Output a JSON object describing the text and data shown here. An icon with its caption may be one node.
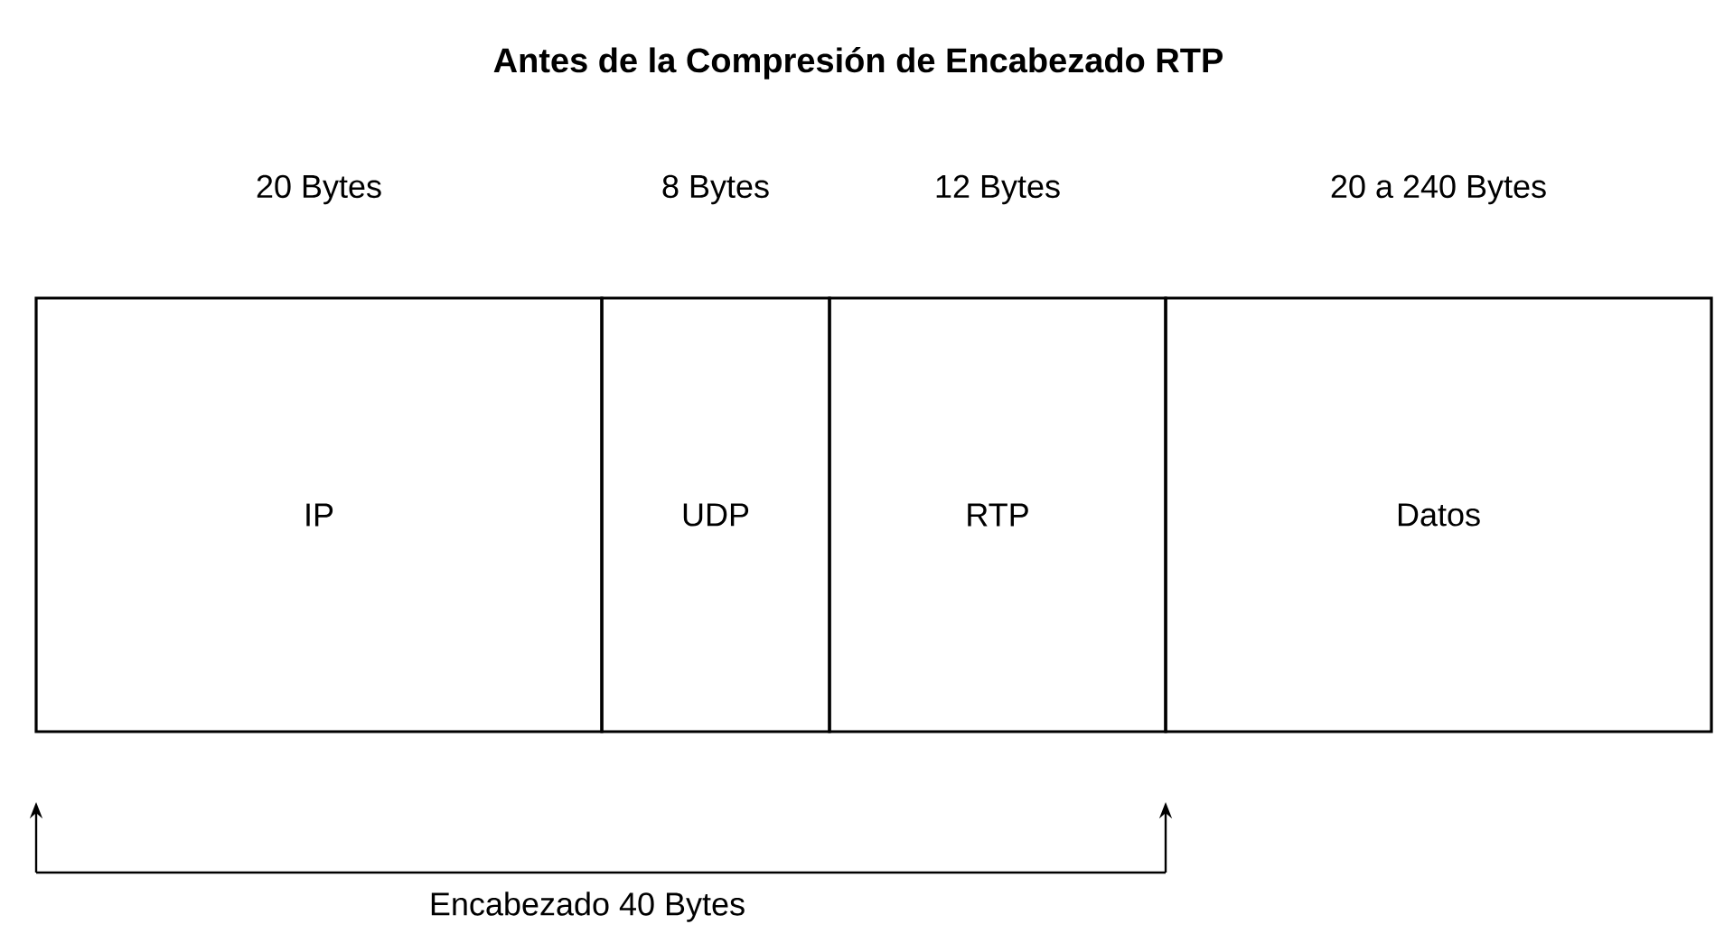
{
  "diagram": {
    "title": "Antes de la Compresión de Encabezado RTP",
    "nodes": [
      {
        "text": [
          "IP"
        ],
        "beside": [
          "20 Bytes"
        ]
      },
      {
        "text": [
          "UDP"
        ],
        "beside": [
          "8 Bytes"
        ]
      },
      {
        "text": [
          "RTP"
        ],
        "beside": [
          "12 Bytes"
        ]
      },
      {
        "text": [
          "Datos"
        ],
        "beside": [
          "20 a 240 Bytes"
        ]
      }
    ],
    "labels": [
      "Encabezado 40 Bytes"
    ]
  }
}
